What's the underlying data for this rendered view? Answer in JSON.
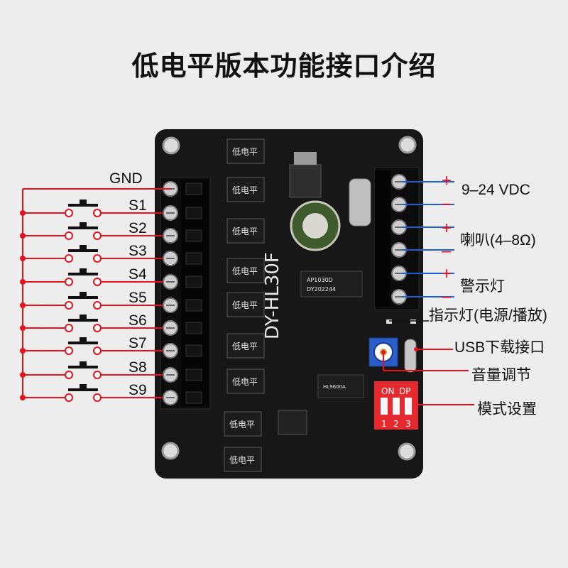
{
  "title": "低电平版本功能接口介绍",
  "board": {
    "model": "DY-HL30F",
    "chip_label_1": "AP1030D",
    "chip_label_2": "DY202244",
    "chip_label_3": "HL9600A",
    "module_label": "低电平",
    "dip_on": "ON",
    "dip_dp": "DP",
    "dip_nums": [
      "1",
      "2",
      "3"
    ]
  },
  "left_labels": {
    "gnd": "GND",
    "switches": [
      "S1",
      "S2",
      "S3",
      "S4",
      "S5",
      "S6",
      "S7",
      "S8",
      "S9"
    ]
  },
  "right_labels": {
    "power": "9–24 VDC",
    "speaker": "喇叭(4–8Ω)",
    "warning_light": "警示灯",
    "indicator": "指示灯(电源/播放)",
    "usb": "USB下载接口",
    "volume": "音量调节",
    "mode": "模式设置",
    "plus": "+",
    "minus": "–"
  },
  "colors": {
    "red_wire": "#e8101a",
    "blue_wire": "#1b5fd6",
    "pcb": "#161616",
    "background": "#ededed"
  }
}
